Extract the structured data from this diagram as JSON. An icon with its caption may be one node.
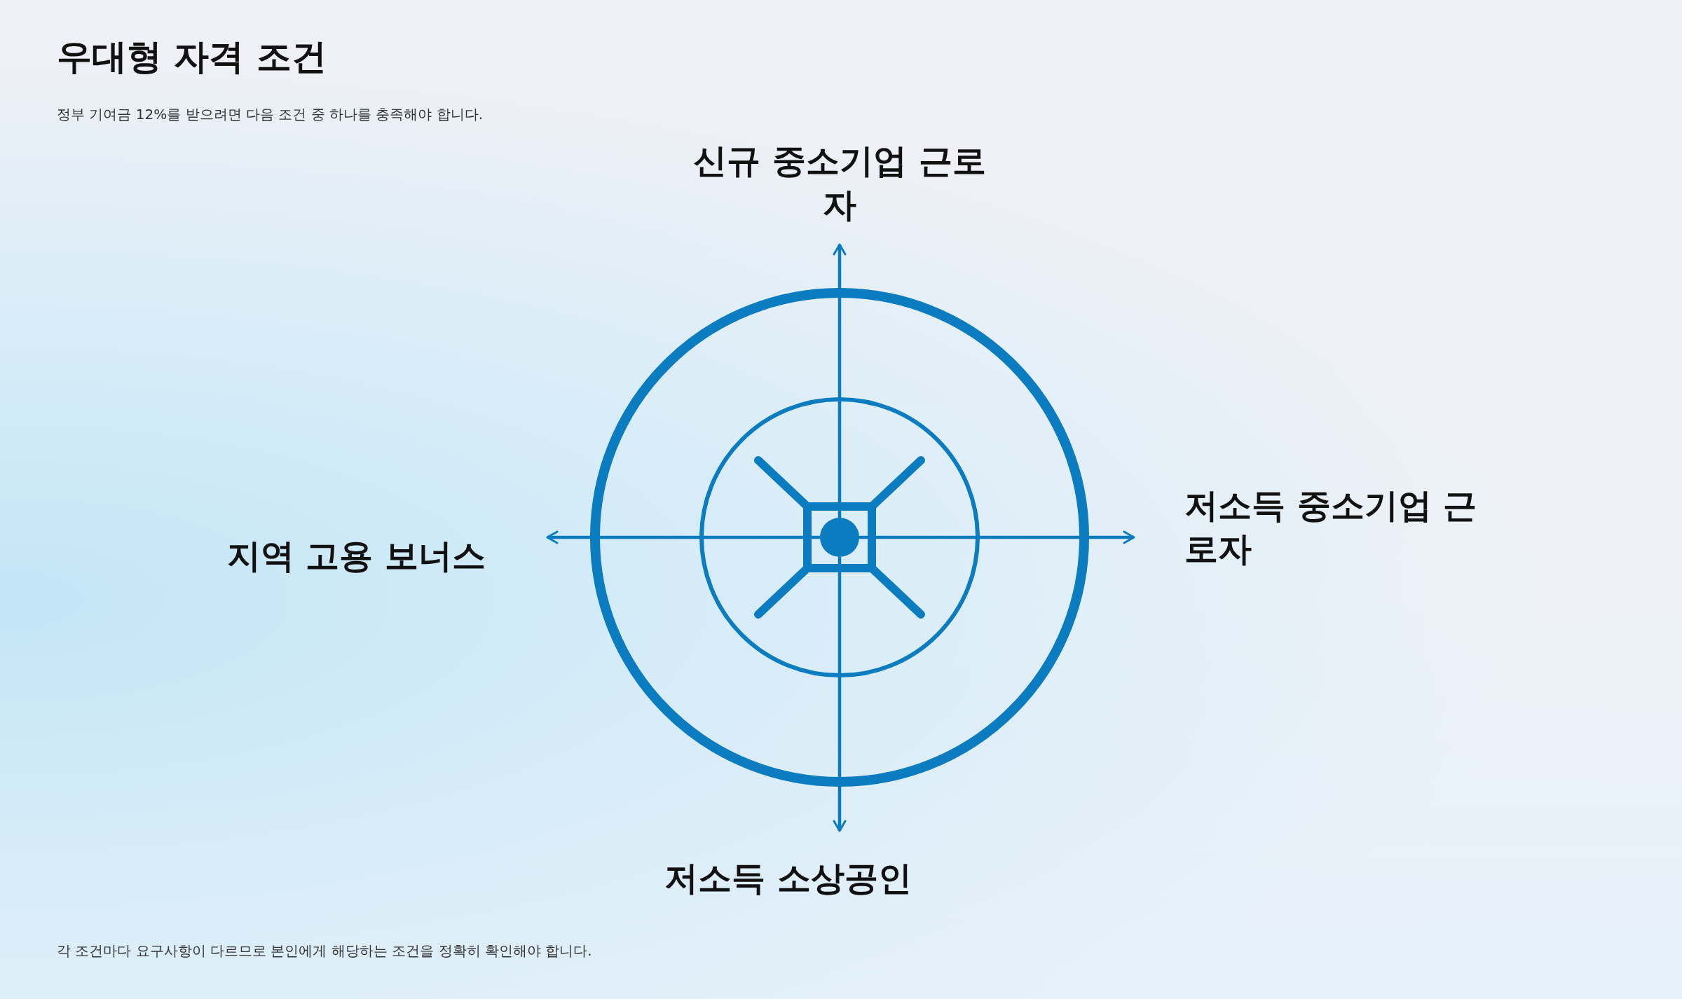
{
  "diagram": {
    "title": "우대형 자격 조건",
    "nodes": [
      {
        "text": [
          "신규 중소기업 근로자"
        ]
      },
      {
        "text": [
          "지역 고용 보너스"
        ]
      },
      {
        "text": [],
        "shape": "circle"
      },
      {
        "text": [
          "저소득 중소기업 근로자"
        ]
      },
      {
        "text": [
          "저소득 소상공인"
        ]
      }
    ],
    "edges": [
      {
        "from": 2,
        "to": 0,
        "arrow": "to"
      },
      {
        "from": 2,
        "to": 1,
        "arrow": "to"
      },
      {
        "from": 2,
        "to": 3,
        "arrow": "to"
      },
      {
        "from": 2,
        "to": 4,
        "arrow": "to"
      }
    ],
    "labels": [
      "정부 기여금 12%를 받으려면 다음 조건 중 하나를 충족해야 합니다.",
      "각 조건마다 요구사항이 다르므로 본인에게 해당하는 조건을 정확히 확인해야 합니다."
    ]
  }
}
